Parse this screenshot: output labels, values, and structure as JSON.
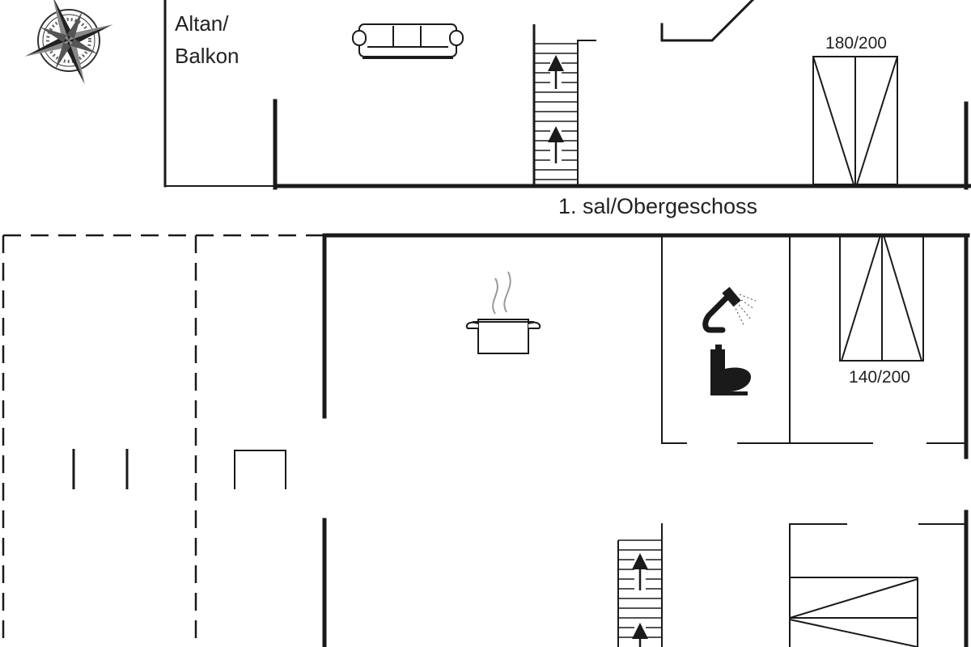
{
  "upper_floor": {
    "balcony_label_line1": "Altan/",
    "balcony_label_line2": "Balkon",
    "bed_size": "180/200",
    "floor_label": "1. sal/Obergeschoss"
  },
  "ground_floor": {
    "bed_size": "140/200"
  },
  "colors": {
    "wall": "#1a1a1a",
    "background": "#ffffff"
  },
  "icons": [
    "compass-rose-icon",
    "sofa-icon",
    "stairs-icon",
    "cooking-pot-icon",
    "shower-icon",
    "toilet-icon",
    "bed-icon"
  ]
}
